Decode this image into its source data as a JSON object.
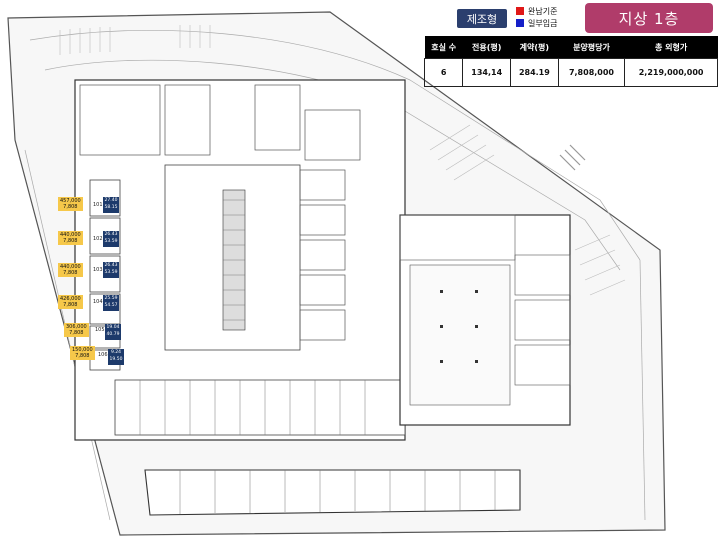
{
  "header": {
    "type_label": "제조형",
    "floor_label": "지상 1층",
    "legend": [
      {
        "label": "완납기준",
        "color": "#e01818"
      },
      {
        "label": "일부입금",
        "color": "#1520c8"
      }
    ]
  },
  "summary": {
    "columns": [
      "호실 수",
      "전용(평)",
      "계약(평)",
      "분양평당가",
      "총 외형가"
    ],
    "values": [
      "6",
      "134,14",
      "284.19",
      "7,808,000",
      "2,219,000,000"
    ]
  },
  "units": [
    {
      "price": "457,000",
      "sub": "7,808",
      "id": "101",
      "area1": "27.40",
      "area2": "58.15"
    },
    {
      "price": "440,000",
      "sub": "7,808",
      "id": "102",
      "area1": "26.43",
      "area2": "53.59"
    },
    {
      "price": "440,000",
      "sub": "7,808",
      "id": "103",
      "area1": "26.43",
      "area2": "53.59"
    },
    {
      "price": "426,000",
      "sub": "7,808",
      "id": "104",
      "area1": "25.59",
      "area2": "54.57"
    },
    {
      "price": "306,000",
      "sub": "7,808",
      "id": "105",
      "area1": "19.04",
      "area2": "40.79"
    },
    {
      "price": "150,000",
      "sub": "7,808",
      "id": "106",
      "area1": "9.24",
      "area2": "19.50"
    }
  ]
}
